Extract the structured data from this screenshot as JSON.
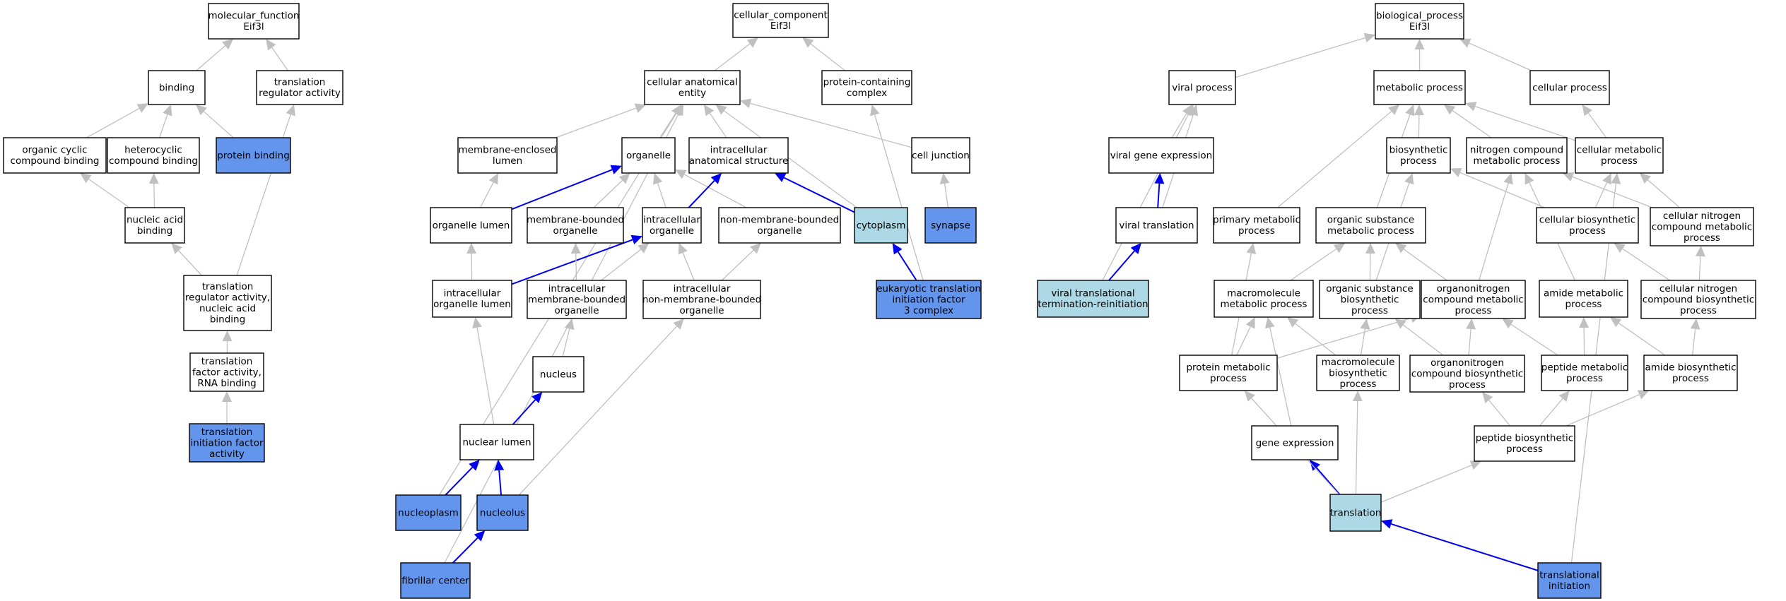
{
  "colors": {
    "default_node": "#ffffff",
    "annotated_node": "#6495ed",
    "query_node": "#add8e6",
    "default_edge": "#c0c0c0",
    "highlight_edge": "#0000ee"
  },
  "nodes": [
    {
      "id": "mf_root",
      "lines": [
        "molecular_function",
        "Eif3l"
      ],
      "style": "default"
    },
    {
      "id": "binding",
      "lines": [
        "binding"
      ],
      "style": "default"
    },
    {
      "id": "tra",
      "lines": [
        "translation",
        "regulator activity"
      ],
      "style": "default"
    },
    {
      "id": "occb",
      "lines": [
        "organic cyclic",
        "compound binding"
      ],
      "style": "default"
    },
    {
      "id": "hcb",
      "lines": [
        "heterocyclic",
        "compound binding"
      ],
      "style": "default"
    },
    {
      "id": "pbind",
      "lines": [
        "protein binding"
      ],
      "style": "annotated"
    },
    {
      "id": "nab",
      "lines": [
        "nucleic acid",
        "binding"
      ],
      "style": "default"
    },
    {
      "id": "tranab",
      "lines": [
        "translation",
        "regulator activity,",
        "nucleic acid",
        "binding"
      ],
      "style": "default"
    },
    {
      "id": "tfarna",
      "lines": [
        "translation",
        "factor activity,",
        "RNA binding"
      ],
      "style": "default"
    },
    {
      "id": "tifa",
      "lines": [
        "translation",
        "initiation factor",
        "activity"
      ],
      "style": "annotated"
    },
    {
      "id": "cc_root",
      "lines": [
        "cellular_component",
        "Eif3l"
      ],
      "style": "default"
    },
    {
      "id": "cae",
      "lines": [
        "cellular anatomical",
        "entity"
      ],
      "style": "default"
    },
    {
      "id": "pcc",
      "lines": [
        "protein-containing",
        "complex"
      ],
      "style": "default"
    },
    {
      "id": "mel",
      "lines": [
        "membrane-enclosed",
        "lumen"
      ],
      "style": "default"
    },
    {
      "id": "organelle",
      "lines": [
        "organelle"
      ],
      "style": "default"
    },
    {
      "id": "ias",
      "lines": [
        "intracellular",
        "anatomical structure"
      ],
      "style": "default"
    },
    {
      "id": "cj",
      "lines": [
        "cell junction"
      ],
      "style": "default"
    },
    {
      "id": "ol",
      "lines": [
        "organelle lumen"
      ],
      "style": "default"
    },
    {
      "id": "mbo",
      "lines": [
        "membrane-bounded",
        "organelle"
      ],
      "style": "default"
    },
    {
      "id": "io",
      "lines": [
        "intracellular",
        "organelle"
      ],
      "style": "default"
    },
    {
      "id": "nmbo",
      "lines": [
        "non-membrane-bounded",
        "organelle"
      ],
      "style": "default"
    },
    {
      "id": "cytoplasm",
      "lines": [
        "cytoplasm"
      ],
      "style": "query"
    },
    {
      "id": "synapse",
      "lines": [
        "synapse"
      ],
      "style": "annotated"
    },
    {
      "id": "iol",
      "lines": [
        "intracellular",
        "organelle lumen"
      ],
      "style": "default"
    },
    {
      "id": "imbo",
      "lines": [
        "intracellular",
        "membrane-bounded",
        "organelle"
      ],
      "style": "default"
    },
    {
      "id": "inmbo",
      "lines": [
        "intracellular",
        "non-membrane-bounded",
        "organelle"
      ],
      "style": "default"
    },
    {
      "id": "eif3",
      "lines": [
        "eukaryotic translation",
        "initiation factor",
        "3 complex"
      ],
      "style": "annotated"
    },
    {
      "id": "nucleus",
      "lines": [
        "nucleus"
      ],
      "style": "default"
    },
    {
      "id": "nlumen",
      "lines": [
        "nuclear lumen"
      ],
      "style": "default"
    },
    {
      "id": "nucleoplasm",
      "lines": [
        "nucleoplasm"
      ],
      "style": "annotated"
    },
    {
      "id": "nucleolus",
      "lines": [
        "nucleolus"
      ],
      "style": "annotated"
    },
    {
      "id": "fc",
      "lines": [
        "fibrillar center"
      ],
      "style": "annotated"
    },
    {
      "id": "bp_root",
      "lines": [
        "biological_process",
        "Eif3l"
      ],
      "style": "default"
    },
    {
      "id": "vp",
      "lines": [
        "viral process"
      ],
      "style": "default"
    },
    {
      "id": "mp",
      "lines": [
        "metabolic process"
      ],
      "style": "default"
    },
    {
      "id": "cp",
      "lines": [
        "cellular process"
      ],
      "style": "default"
    },
    {
      "id": "vge",
      "lines": [
        "viral gene expression"
      ],
      "style": "default"
    },
    {
      "id": "vt",
      "lines": [
        "viral translation"
      ],
      "style": "default"
    },
    {
      "id": "vttr",
      "lines": [
        "viral translational",
        "termination-reinitiation"
      ],
      "style": "query"
    },
    {
      "id": "pmp",
      "lines": [
        "primary metabolic",
        "process"
      ],
      "style": "default"
    },
    {
      "id": "bsp",
      "lines": [
        "biosynthetic",
        "process"
      ],
      "style": "default"
    },
    {
      "id": "ncmp",
      "lines": [
        "nitrogen compound",
        "metabolic process"
      ],
      "style": "default"
    },
    {
      "id": "cmp",
      "lines": [
        "cellular metabolic",
        "process"
      ],
      "style": "default"
    },
    {
      "id": "osmp",
      "lines": [
        "organic substance",
        "metabolic process"
      ],
      "style": "default"
    },
    {
      "id": "cbp",
      "lines": [
        "cellular biosynthetic",
        "process"
      ],
      "style": "default"
    },
    {
      "id": "cncmp",
      "lines": [
        "cellular nitrogen",
        "compound metabolic",
        "process"
      ],
      "style": "default"
    },
    {
      "id": "mmp",
      "lines": [
        "macromolecule",
        "metabolic process"
      ],
      "style": "default"
    },
    {
      "id": "osbp",
      "lines": [
        "organic substance",
        "biosynthetic",
        "process"
      ],
      "style": "default"
    },
    {
      "id": "oncmp",
      "lines": [
        "organonitrogen",
        "compound metabolic",
        "process"
      ],
      "style": "default"
    },
    {
      "id": "amp",
      "lines": [
        "amide metabolic",
        "process"
      ],
      "style": "default"
    },
    {
      "id": "cncbp",
      "lines": [
        "cellular nitrogen",
        "compound biosynthetic",
        "process"
      ],
      "style": "default"
    },
    {
      "id": "protmp",
      "lines": [
        "protein metabolic",
        "process"
      ],
      "style": "default"
    },
    {
      "id": "mbp",
      "lines": [
        "macromolecule",
        "biosynthetic",
        "process"
      ],
      "style": "default"
    },
    {
      "id": "oncbp",
      "lines": [
        "organonitrogen",
        "compound biosynthetic",
        "process"
      ],
      "style": "default"
    },
    {
      "id": "pepmp",
      "lines": [
        "peptide metabolic",
        "process"
      ],
      "style": "default"
    },
    {
      "id": "abp",
      "lines": [
        "amide biosynthetic",
        "process"
      ],
      "style": "default"
    },
    {
      "id": "ge",
      "lines": [
        "gene expression"
      ],
      "style": "default"
    },
    {
      "id": "pbp",
      "lines": [
        "peptide biosynthetic",
        "process"
      ],
      "style": "default"
    },
    {
      "id": "translation",
      "lines": [
        "translation"
      ],
      "style": "query"
    },
    {
      "id": "ti",
      "lines": [
        "translational",
        "initiation"
      ],
      "style": "annotated"
    }
  ],
  "edges": [
    {
      "from": "binding",
      "to": "mf_root",
      "style": "default"
    },
    {
      "from": "tra",
      "to": "mf_root",
      "style": "default"
    },
    {
      "from": "occb",
      "to": "binding",
      "style": "default"
    },
    {
      "from": "hcb",
      "to": "binding",
      "style": "default"
    },
    {
      "from": "pbind",
      "to": "binding",
      "style": "default"
    },
    {
      "from": "nab",
      "to": "occb",
      "style": "default"
    },
    {
      "from": "nab",
      "to": "hcb",
      "style": "default"
    },
    {
      "from": "tranab",
      "to": "nab",
      "style": "default"
    },
    {
      "from": "tranab",
      "to": "tra",
      "style": "default"
    },
    {
      "from": "tfarna",
      "to": "tranab",
      "style": "default"
    },
    {
      "from": "tifa",
      "to": "tfarna",
      "style": "default"
    },
    {
      "from": "cae",
      "to": "cc_root",
      "style": "default"
    },
    {
      "from": "pcc",
      "to": "cc_root",
      "style": "default"
    },
    {
      "from": "mel",
      "to": "cae",
      "style": "default"
    },
    {
      "from": "organelle",
      "to": "cae",
      "style": "default"
    },
    {
      "from": "ias",
      "to": "cae",
      "style": "default"
    },
    {
      "from": "cj",
      "to": "cae",
      "style": "default"
    },
    {
      "from": "cytoplasm",
      "to": "cae",
      "style": "default"
    },
    {
      "from": "nucleoplasm",
      "to": "cae",
      "style": "default"
    },
    {
      "from": "fc",
      "to": "cae",
      "style": "default"
    },
    {
      "from": "ol",
      "to": "mel",
      "style": "default"
    },
    {
      "from": "ol",
      "to": "organelle",
      "style": "highlight"
    },
    {
      "from": "mbo",
      "to": "organelle",
      "style": "default"
    },
    {
      "from": "io",
      "to": "organelle",
      "style": "default"
    },
    {
      "from": "nmbo",
      "to": "organelle",
      "style": "default"
    },
    {
      "from": "io",
      "to": "ias",
      "style": "highlight"
    },
    {
      "from": "cytoplasm",
      "to": "ias",
      "style": "highlight"
    },
    {
      "from": "synapse",
      "to": "cj",
      "style": "default"
    },
    {
      "from": "iol",
      "to": "ol",
      "style": "default"
    },
    {
      "from": "iol",
      "to": "io",
      "style": "highlight"
    },
    {
      "from": "imbo",
      "to": "mbo",
      "style": "default"
    },
    {
      "from": "imbo",
      "to": "io",
      "style": "default"
    },
    {
      "from": "inmbo",
      "to": "io",
      "style": "default"
    },
    {
      "from": "inmbo",
      "to": "nmbo",
      "style": "default"
    },
    {
      "from": "eif3",
      "to": "cytoplasm",
      "style": "highlight"
    },
    {
      "from": "eif3",
      "to": "pcc",
      "style": "default"
    },
    {
      "from": "nucleus",
      "to": "imbo",
      "style": "default"
    },
    {
      "from": "nlumen",
      "to": "iol",
      "style": "default"
    },
    {
      "from": "nlumen",
      "to": "nucleus",
      "style": "highlight"
    },
    {
      "from": "nucleoplasm",
      "to": "nlumen",
      "style": "highlight"
    },
    {
      "from": "nucleolus",
      "to": "nlumen",
      "style": "highlight"
    },
    {
      "from": "nucleolus",
      "to": "inmbo",
      "style": "default"
    },
    {
      "from": "fc",
      "to": "nucleolus",
      "style": "highlight"
    },
    {
      "from": "vp",
      "to": "bp_root",
      "style": "default"
    },
    {
      "from": "mp",
      "to": "bp_root",
      "style": "default"
    },
    {
      "from": "cp",
      "to": "bp_root",
      "style": "default"
    },
    {
      "from": "vge",
      "to": "vp",
      "style": "default"
    },
    {
      "from": "vt",
      "to": "vge",
      "style": "highlight"
    },
    {
      "from": "vt",
      "to": "vp",
      "style": "default"
    },
    {
      "from": "vttr",
      "to": "vt",
      "style": "highlight"
    },
    {
      "from": "vttr",
      "to": "vp",
      "style": "default"
    },
    {
      "from": "pmp",
      "to": "mp",
      "style": "default"
    },
    {
      "from": "bsp",
      "to": "mp",
      "style": "default"
    },
    {
      "from": "ncmp",
      "to": "mp",
      "style": "default"
    },
    {
      "from": "cmp",
      "to": "mp",
      "style": "default"
    },
    {
      "from": "osmp",
      "to": "mp",
      "style": "default"
    },
    {
      "from": "cmp",
      "to": "cp",
      "style": "default"
    },
    {
      "from": "cbp",
      "to": "bsp",
      "style": "default"
    },
    {
      "from": "cbp",
      "to": "cmp",
      "style": "default"
    },
    {
      "from": "cncmp",
      "to": "ncmp",
      "style": "default"
    },
    {
      "from": "cncmp",
      "to": "cmp",
      "style": "default"
    },
    {
      "from": "mmp",
      "to": "osmp",
      "style": "default"
    },
    {
      "from": "osbp",
      "to": "osmp",
      "style": "default"
    },
    {
      "from": "osbp",
      "to": "bsp",
      "style": "default"
    },
    {
      "from": "oncmp",
      "to": "osmp",
      "style": "default"
    },
    {
      "from": "oncmp",
      "to": "ncmp",
      "style": "default"
    },
    {
      "from": "amp",
      "to": "ncmp",
      "style": "default"
    },
    {
      "from": "cncbp",
      "to": "cbp",
      "style": "default"
    },
    {
      "from": "cncbp",
      "to": "cncmp",
      "style": "default"
    },
    {
      "from": "protmp",
      "to": "mmp",
      "style": "default"
    },
    {
      "from": "protmp",
      "to": "pmp",
      "style": "default"
    },
    {
      "from": "protmp",
      "to": "oncmp",
      "style": "default"
    },
    {
      "from": "mbp",
      "to": "mmp",
      "style": "default"
    },
    {
      "from": "mbp",
      "to": "osbp",
      "style": "default"
    },
    {
      "from": "oncbp",
      "to": "osbp",
      "style": "default"
    },
    {
      "from": "oncbp",
      "to": "oncmp",
      "style": "default"
    },
    {
      "from": "pepmp",
      "to": "oncmp",
      "style": "default"
    },
    {
      "from": "pepmp",
      "to": "amp",
      "style": "default"
    },
    {
      "from": "abp",
      "to": "amp",
      "style": "default"
    },
    {
      "from": "abp",
      "to": "cncbp",
      "style": "default"
    },
    {
      "from": "ge",
      "to": "mmp",
      "style": "default"
    },
    {
      "from": "pbp",
      "to": "oncbp",
      "style": "default"
    },
    {
      "from": "pbp",
      "to": "pepmp",
      "style": "default"
    },
    {
      "from": "pbp",
      "to": "abp",
      "style": "default"
    },
    {
      "from": "translation",
      "to": "ge",
      "style": "highlight"
    },
    {
      "from": "translation",
      "to": "mbp",
      "style": "default"
    },
    {
      "from": "translation",
      "to": "protmp",
      "style": "default"
    },
    {
      "from": "translation",
      "to": "pbp",
      "style": "default"
    },
    {
      "from": "ti",
      "to": "translation",
      "style": "highlight"
    },
    {
      "from": "ti",
      "to": "cmp",
      "style": "default"
    }
  ]
}
